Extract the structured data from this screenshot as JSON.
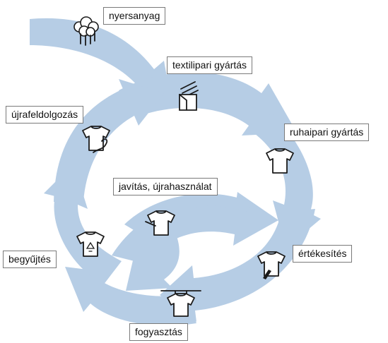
{
  "colors": {
    "arrow_fill": "#b6cde5",
    "icon_stroke": "#1a1a1a",
    "label_border": "#7a7a7a"
  },
  "stages": {
    "raw_material": "nyersanyag",
    "textile_production": "textilipari gyártás",
    "garment_production": "ruhaipari gyártás",
    "sales": "értékesítés",
    "consumption": "fogyasztás",
    "collection": "begyűjtés",
    "recycling": "újrafeldolgozás",
    "repair_reuse": "javítás, újrahasználat"
  },
  "icons": {
    "raw_material": "cotton-plant-icon",
    "textile_production": "fabric-roll-icon",
    "garment_production": "tshirt-icon",
    "sales": "tshirt-price-tag-icon",
    "consumption": "tshirt-on-hanger-icon",
    "collection": "tshirt-recycle-icon",
    "recycling": "tshirt-thread-icon",
    "repair_reuse": "tshirt-needle-icon"
  }
}
